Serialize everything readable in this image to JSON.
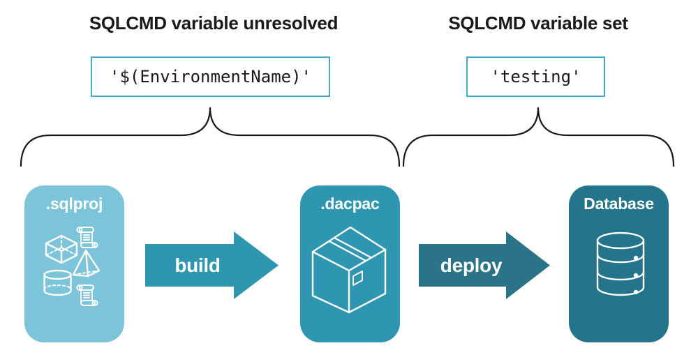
{
  "diagram": {
    "annotations": [
      {
        "title": "SQLCMD variable unresolved",
        "value": "'$(EnvironmentName)'"
      },
      {
        "title": "SQLCMD variable set",
        "value": "'testing'"
      }
    ],
    "pipeline": {
      "stages": [
        {
          "label": ".sqlproj",
          "icons": [
            "scroll-icon",
            "cube-icon",
            "pyramid-icon",
            "cylinder-icon",
            "scroll-icon"
          ]
        },
        {
          "label": ".dacpac",
          "icons": [
            "package-box-icon"
          ]
        },
        {
          "label": "Database",
          "icons": [
            "database-stack-icon"
          ]
        }
      ],
      "arrows": [
        {
          "label": "build"
        },
        {
          "label": "deploy"
        }
      ]
    },
    "colors": {
      "stage_sqlproj": "#7CC4D9",
      "stage_dacpac": "#2F96B2",
      "stage_database": "#24758B",
      "arrow_build": "#2F96B2",
      "arrow_deploy": "#2B7386",
      "code_box_border": "#45A9C5",
      "ink": "#1A1A1A"
    }
  }
}
